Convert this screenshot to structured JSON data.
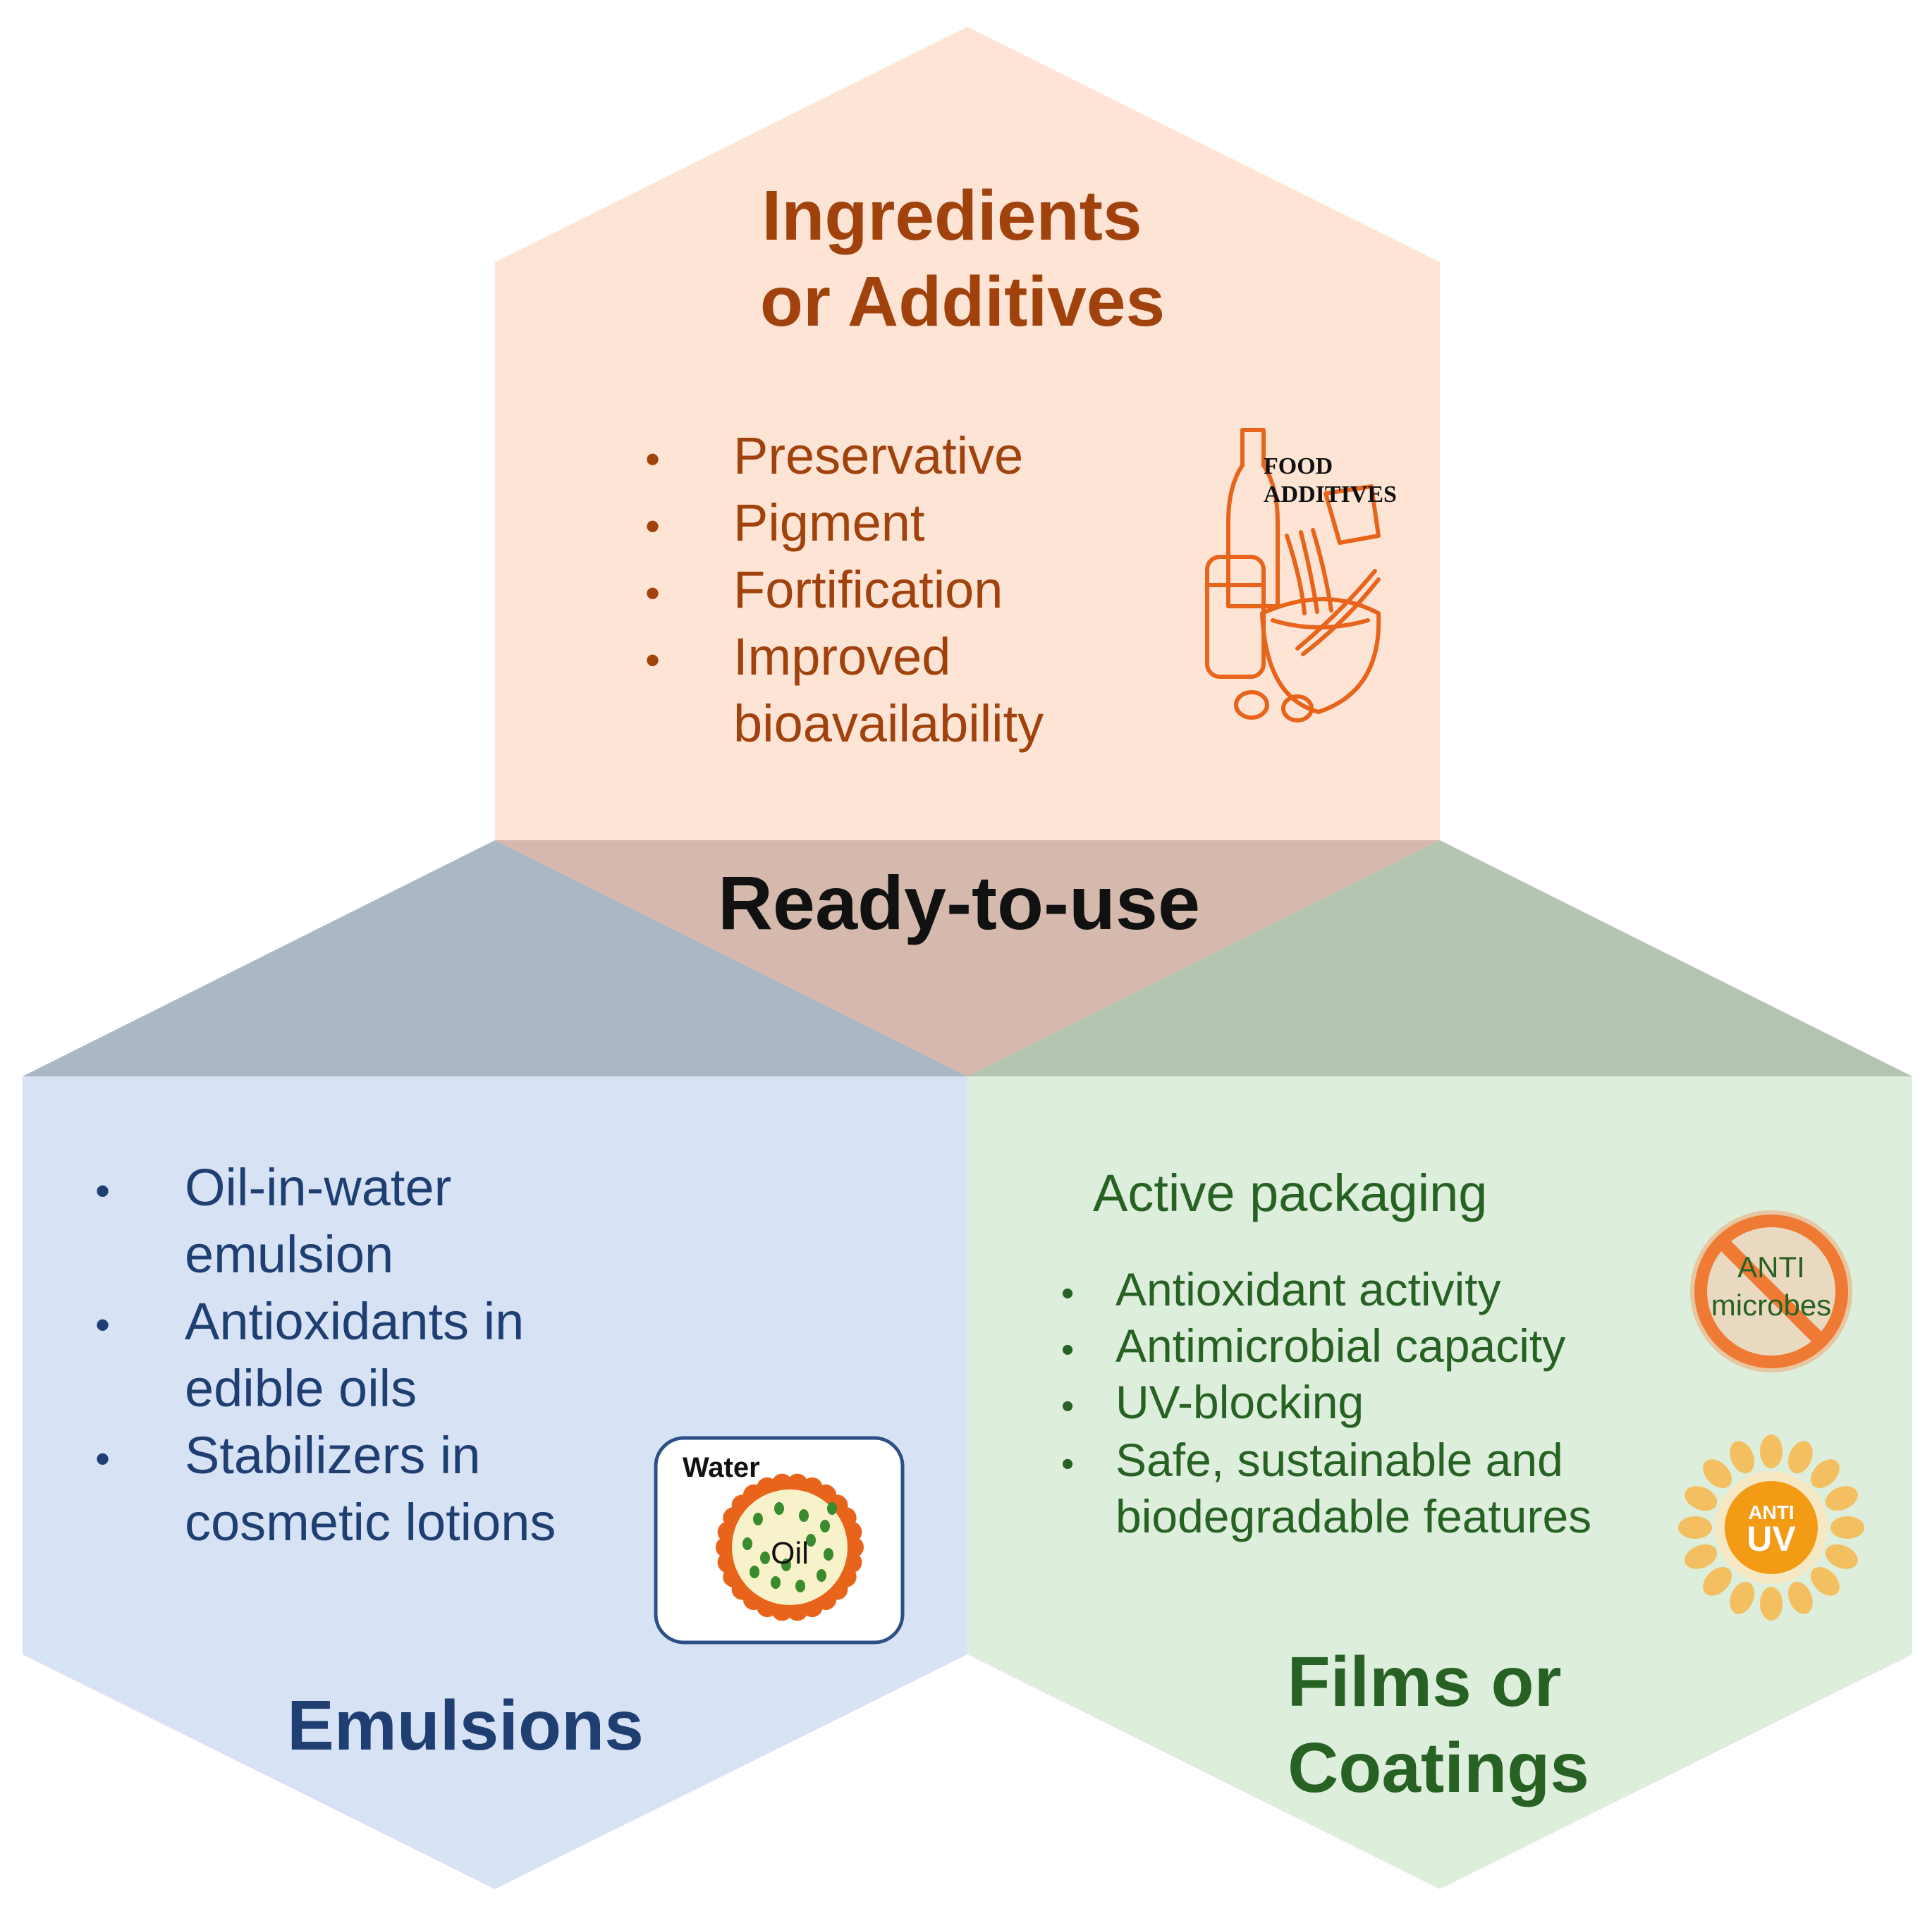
{
  "center_label": "Ready-to-use",
  "colors": {
    "top_fill": "#fde4d5",
    "top_text": "#a1420c",
    "left_fill": "#d7e3f4",
    "left_text": "#1f3f73",
    "right_fill": "#deeedd",
    "right_text": "#276224",
    "center_top": "#d5b9ac",
    "center_left": "#abb7c5",
    "center_right": "#b4c4b1",
    "accent_orange": "#e8641b"
  },
  "top": {
    "title_line1": "Ingredients",
    "title_line2": "or Additives",
    "bullets": [
      "Preservative",
      "Pigment",
      "Fortification",
      "Improved",
      "bioavailability"
    ],
    "icon": {
      "name": "food-additives-icon",
      "label_line1": "FOOD",
      "label_line2": "ADDITIVES"
    }
  },
  "left": {
    "title": "Emulsions",
    "bullets": [
      "Oil-in-water",
      "emulsion",
      "Antioxidants in",
      "edible oils",
      "Stabilizers in",
      "cosmetic lotions"
    ],
    "icon": {
      "name": "oil-in-water-droplet-icon",
      "water_label": "Water",
      "oil_label": "Oil"
    }
  },
  "right": {
    "title_line1": "Films or",
    "title_line2": "Coatings",
    "subtitle": "Active packaging",
    "bullets": [
      "Antioxidant activity",
      "Antimicrobial capacity",
      "UV-blocking",
      "Safe, sustainable and",
      "biodegradable features"
    ],
    "anti_microbes_icon": {
      "name": "anti-microbes-icon",
      "line1": "ANTI",
      "line2": "microbes"
    },
    "anti_uv_icon": {
      "name": "anti-uv-sun-icon",
      "line1": "ANTI",
      "line2": "UV"
    }
  },
  "bullet_char": "•"
}
